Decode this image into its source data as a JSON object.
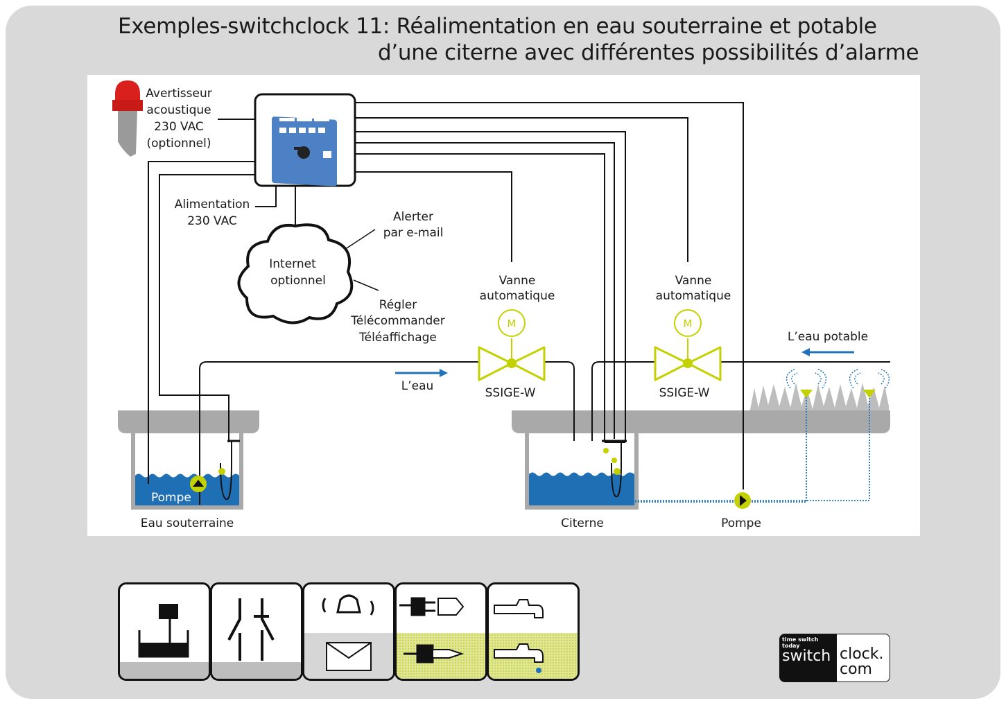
{
  "title": {
    "line1": "Exemples-switchclock 11: Réalimentation en eau souterraine et potable",
    "line2": "d’une citerne avec différentes possibilités d’alarme"
  },
  "labels": {
    "horn": [
      "Avertisseur",
      "acoustique",
      "230 VAC",
      "(optionnel)"
    ],
    "power": [
      "Alimentation",
      "230 VAC"
    ],
    "internet": [
      "Internet",
      "optionnel"
    ],
    "email": [
      "Alerter",
      "par e-mail"
    ],
    "remote": [
      "Régler",
      "Télécommander",
      "Téléaffichage"
    ],
    "valve1_title": [
      "Vanne",
      "automatique"
    ],
    "valve2_title": [
      "Vanne",
      "automatique"
    ],
    "valve1_code": "SSIGE-W",
    "valve2_code": "SSIGE-W",
    "valve_motor": "M",
    "water_flow": "L’eau",
    "potable_flow": "L’eau potable",
    "pump_left": "Pompe",
    "pump_right": "Pompe",
    "ground_water": "Eau souterraine",
    "cistern": "Citerne"
  },
  "logo": {
    "tagline": "time switch today",
    "brand_left": "switch",
    "brand_right_1": "clock.",
    "brand_right_2": "com"
  },
  "icons": [
    "tank-level-icon",
    "switch-contacts-icon",
    "alarm-email-icon",
    "power-plug-icon",
    "water-tap-icon"
  ],
  "colors": {
    "water": "#1f6fb5",
    "accent": "#c3d100",
    "ground": "#a9a9a9",
    "arrow": "#2073b8"
  }
}
